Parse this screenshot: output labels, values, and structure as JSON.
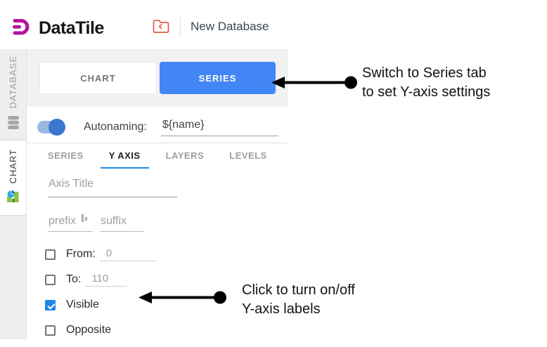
{
  "header": {
    "logo_text": "DataTile",
    "database_title": "New Database"
  },
  "sidebar": {
    "items": [
      {
        "label": "DATABASE",
        "active": false
      },
      {
        "label": "CHART",
        "active": true
      }
    ]
  },
  "panel": {
    "tabs": [
      {
        "label": "CHART",
        "active": false
      },
      {
        "label": "SERIES",
        "active": true
      }
    ],
    "autonaming": {
      "label": "Autonaming:",
      "value": "${name}",
      "enabled": true
    },
    "subtabs": [
      {
        "label": "SERIES",
        "active": false
      },
      {
        "label": "Y AXIS",
        "active": true
      },
      {
        "label": "LAYERS",
        "active": false
      },
      {
        "label": "LEVELS",
        "active": false
      }
    ],
    "fields": {
      "axis_title_placeholder": "Axis Title",
      "prefix_placeholder": "prefix",
      "suffix_placeholder": "suffix"
    },
    "checkboxes": [
      {
        "label": "From:",
        "value_placeholder": "0",
        "checked": false
      },
      {
        "label": "To:",
        "value_placeholder": "110",
        "checked": false
      },
      {
        "label": "Visible",
        "checked": true
      },
      {
        "label": "Opposite",
        "checked": false
      }
    ]
  },
  "annotations": [
    {
      "line1": "Switch to Series tab",
      "line2": "to set Y-axis settings"
    },
    {
      "line1": "Click to turn on/off",
      "line2": "Y-axis labels"
    }
  ],
  "colors": {
    "accent": "#4285f4",
    "checkbox": "#1e88e5",
    "subtab-underline": "#1e88e5",
    "toggle-thumb": "#3b76cf",
    "toggle-track": "#9ab7e2",
    "logo-magenta": "#b2139f",
    "folder-red": "#e3594a"
  }
}
